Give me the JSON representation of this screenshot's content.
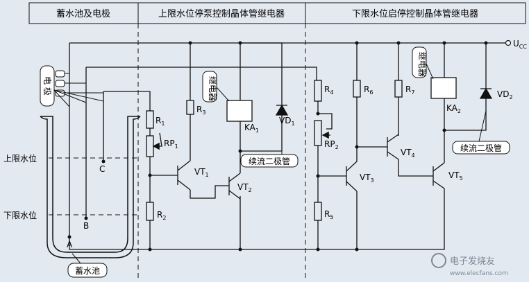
{
  "header": {
    "section1": "蓄水池及电极",
    "section2": "上限水位停泵控制晶体管继电器",
    "section3": "下限水位启停控制晶体管继电器"
  },
  "supply": {
    "label": "U",
    "sub": "CC"
  },
  "left": {
    "electrode_label": "电 极",
    "upper_level": "上限水位",
    "lower_level": "下限水位",
    "point_a": "A",
    "point_b": "B",
    "point_c": "C",
    "tank_label": "蓄水池"
  },
  "relay1": {
    "r1": "R",
    "r1_sub": "1",
    "rp1": "RP",
    "rp1_sub": "1",
    "r2": "R",
    "r2_sub": "2",
    "r3": "R",
    "r3_sub": "3",
    "vt1": "VT",
    "vt1_sub": "1",
    "vt2": "VT",
    "vt2_sub": "2",
    "relay_callout": "继电器",
    "ka1": "KA",
    "ka1_sub": "1",
    "vd1": "VD",
    "vd1_sub": "1",
    "diode_callout": "续流二极管"
  },
  "relay2": {
    "r4": "R",
    "r4_sub": "4",
    "rp2": "RP",
    "rp2_sub": "2",
    "r5": "R",
    "r5_sub": "5",
    "r6": "R",
    "r6_sub": "6",
    "r7": "R",
    "r7_sub": "7",
    "vt3": "VT",
    "vt3_sub": "3",
    "vt4": "VT",
    "vt4_sub": "4",
    "vt5": "VT",
    "vt5_sub": "5",
    "relay_callout": "继电器",
    "ka2": "KA",
    "ka2_sub": "2",
    "vd2": "VD",
    "vd2_sub": "2",
    "diode_callout": "续流二极管"
  },
  "watermark": "电子发烧友",
  "watermark_url": "www.elecfans.com",
  "colors": {
    "background": "#e3e9f0",
    "line": "#111111",
    "callout_bg": "#ffffff"
  }
}
